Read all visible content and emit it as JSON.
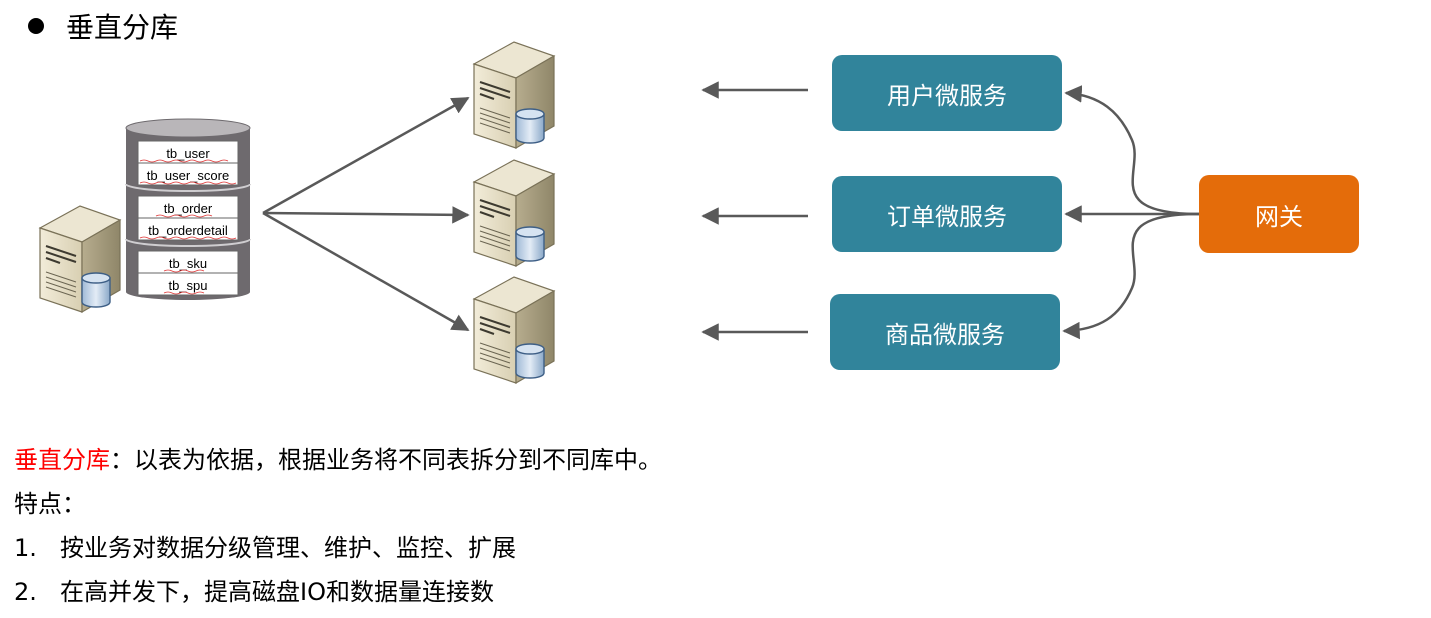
{
  "heading": {
    "title": "垂直分库"
  },
  "database": {
    "tables": [
      "tb_user",
      "tb_user_score",
      "tb_order",
      "tb_orderdetail",
      "tb_sku",
      "tb_spu"
    ]
  },
  "services": [
    {
      "label": "用户微服务"
    },
    {
      "label": "订单微服务"
    },
    {
      "label": "商品微服务"
    }
  ],
  "gateway": {
    "label": "网关"
  },
  "description": {
    "term": "垂直分库",
    "definition": "：以表为依据，根据业务将不同表拆分到不同库中。",
    "features_label": "特点：",
    "features": [
      {
        "num": "1.",
        "text": "按业务对数据分级管理、维护、监控、扩展"
      },
      {
        "num": "2.",
        "text": "在高并发下，提高磁盘IO和数据量连接数"
      }
    ]
  },
  "colors": {
    "service_box": "#31849b",
    "gateway_box": "#e46c0a",
    "arrow": "#595959",
    "highlight_text": "#ff0000",
    "db_cylinder": "#6e6a6e"
  }
}
